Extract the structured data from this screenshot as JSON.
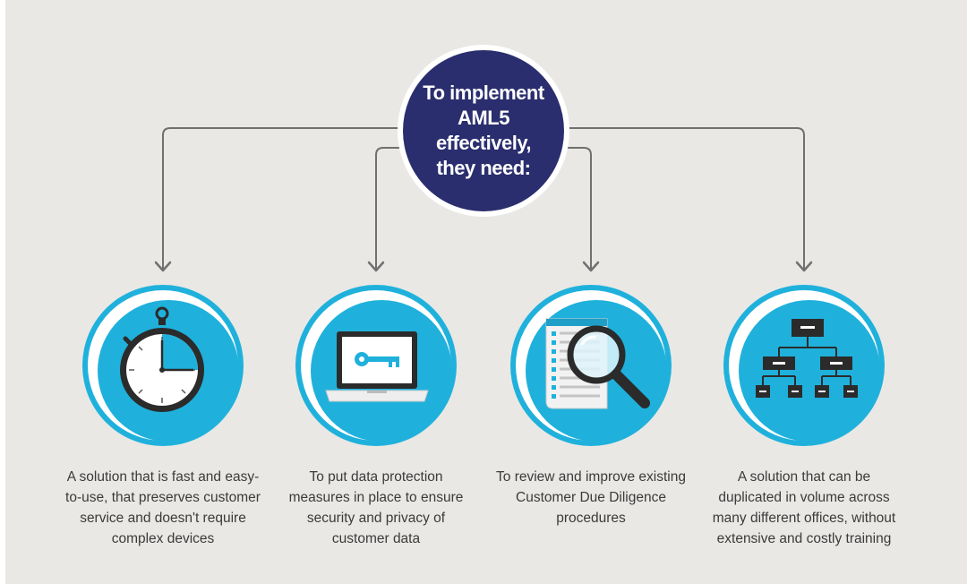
{
  "hub": {
    "title": "To implement AML5 effectively, they need:"
  },
  "needs": [
    {
      "icon": "stopwatch-icon",
      "caption": "A solution that is fast and easy-to-use, that preserves customer service and doesn't require complex devices"
    },
    {
      "icon": "laptop-key-icon",
      "caption": "To put data protection measures in place to ensure security and privacy of customer data"
    },
    {
      "icon": "document-magnifier-icon",
      "caption": "To review and improve existing Customer Due Diligence procedures"
    },
    {
      "icon": "org-chart-icon",
      "caption": "A solution that can be duplicated in volume across many different offices, without extensive and costly training"
    }
  ],
  "colors": {
    "background": "#e9e8e5",
    "hub": "#2a2e6e",
    "node": "#1fb1dc",
    "icon_dark": "#2b2b2b",
    "connector": "#707070"
  }
}
